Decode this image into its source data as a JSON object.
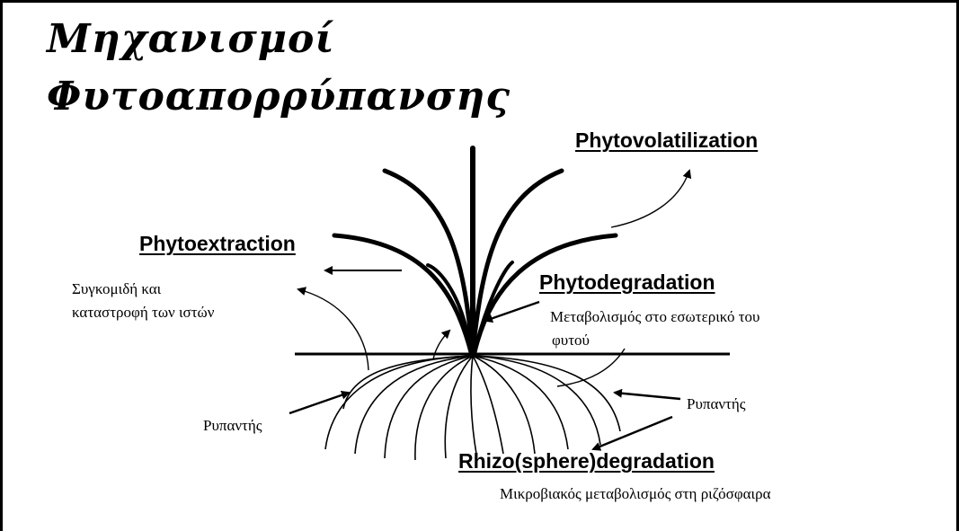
{
  "title": {
    "line1": "Μηχανισμοί",
    "line2": "Φυτοαπορρύπανσης"
  },
  "labels": {
    "phytovolatilization": "Phytovolatilization",
    "phytoextraction": "Phytoextraction",
    "phytodegradation": "Phytodegradation",
    "rhizodegradation": "Rhizo(sphere)degradation"
  },
  "descriptions": {
    "phytoextraction_line1": "Συγκομιδή και",
    "phytoextraction_line2": "καταστροφή των ιστών",
    "phytodegradation_line1": "Μεταβολισμός στο εσωτερικό του",
    "phytodegradation_line2": "φυτού",
    "pollutant_left": "Ρυπαντής",
    "pollutant_right": "Ρυπαντής",
    "rhizodegradation": "Μικροβιακός μεταβολισμός στη ριζόσφαιρα"
  },
  "colors": {
    "ink": "#000000",
    "background": "#ffffff"
  }
}
